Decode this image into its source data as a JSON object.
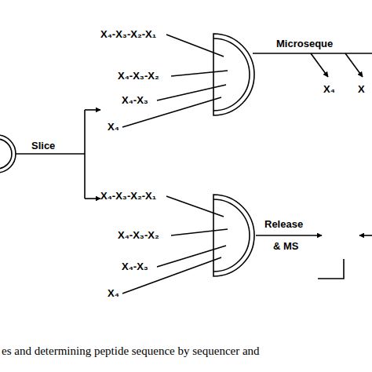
{
  "diagram": {
    "caption": "es and determining peptide sequence by sequencer and",
    "labels": [
      "Slice",
      "X₄-X₃-X₂-X₁",
      "X₄-X₃-X₂",
      "X₄-X₃",
      "X₄",
      "Microseque",
      "X₄",
      "X",
      "X₄-X₃-X₂-X₁",
      "X₄-X₃-X₂",
      "X₄-X₃",
      "X₄",
      "Release",
      "& MS"
    ]
  }
}
